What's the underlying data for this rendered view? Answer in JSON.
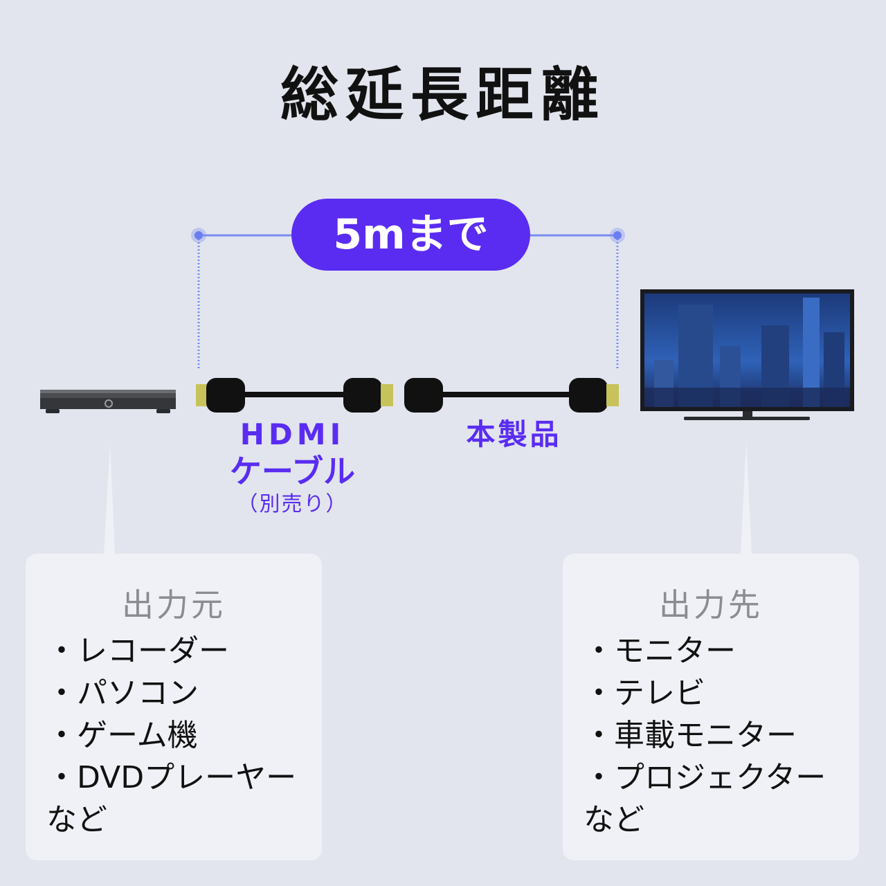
{
  "title": "総延長距離",
  "distance_badge": "5mまで",
  "cables": {
    "hdmi": {
      "line1": "HDMI",
      "line2": "ケーブル",
      "line3": "（別売り）"
    },
    "product": "本製品"
  },
  "source_panel": {
    "heading": "出力元",
    "items": [
      "レコーダー",
      "パソコン",
      "ゲーム機",
      "DVDプレーヤー"
    ],
    "footer": "など"
  },
  "destination_panel": {
    "heading": "出力先",
    "items": [
      "モニター",
      "テレビ",
      "車載モニター",
      "プロジェクター"
    ],
    "footer": "など"
  },
  "colors": {
    "accent": "#5a2cf2",
    "guide_line": "#7a8cf0",
    "background": "#e2e5ee",
    "panel": "#f0f1f6",
    "connector_gold": "#c8c25a"
  }
}
